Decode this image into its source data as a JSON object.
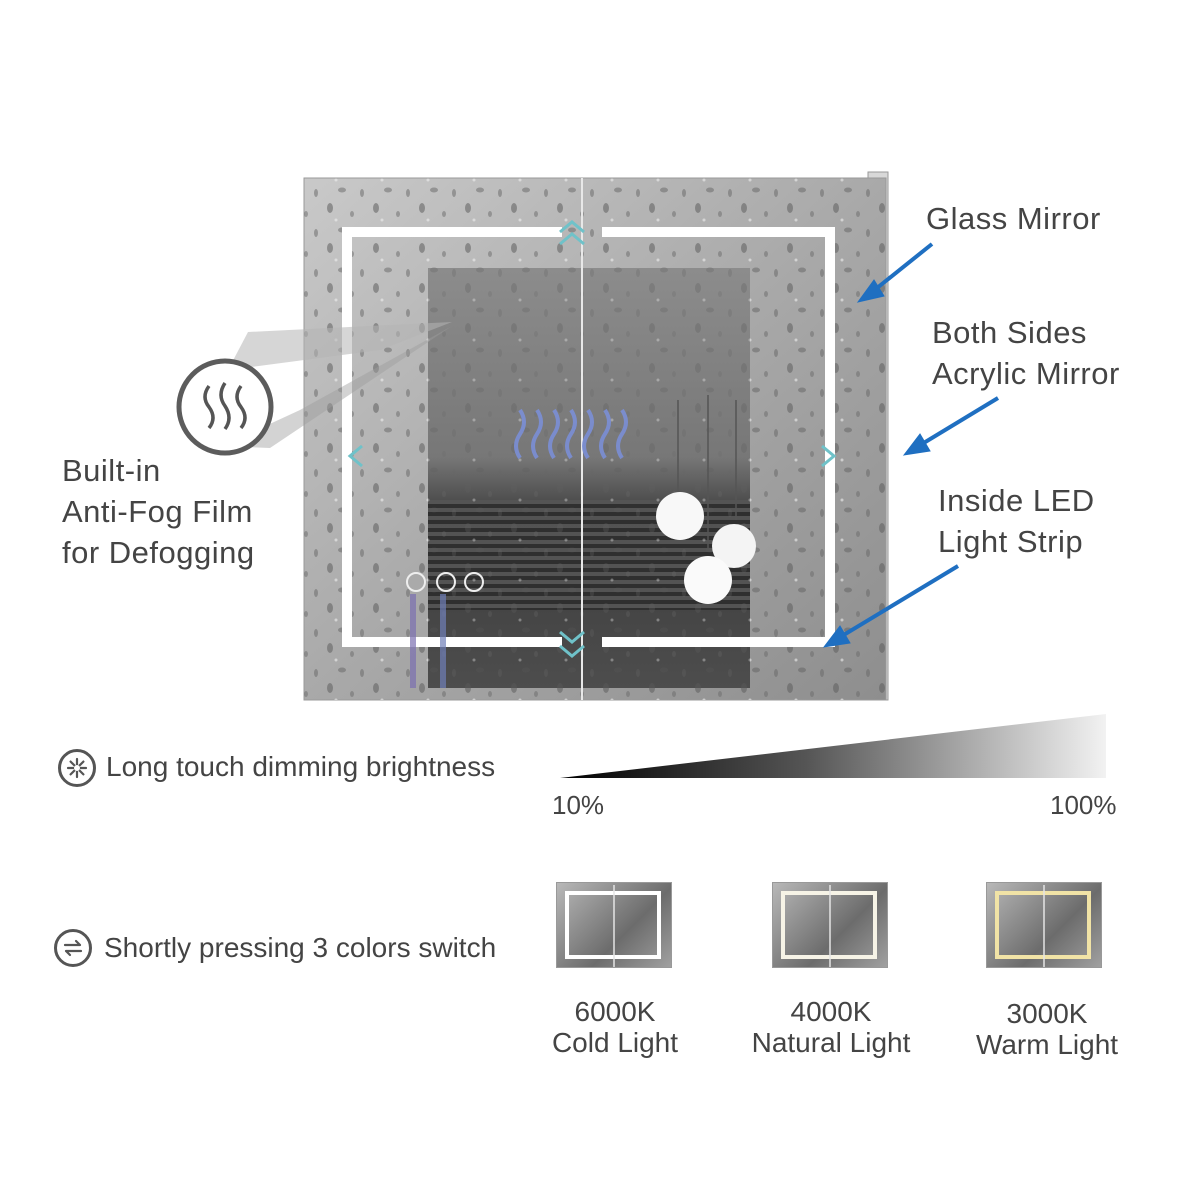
{
  "colors": {
    "arrow_blue": "#1f6fc1",
    "accent_teal": "#6fc2c9",
    "text_gray": "#444444"
  },
  "callouts": {
    "glass_mirror": "Glass Mirror",
    "acrylic_mirror": [
      "Both Sides",
      "Acrylic Mirror"
    ],
    "led_strip": [
      "Inside LED",
      "Light Strip"
    ],
    "anti_fog": [
      "Built-in",
      "Anti-Fog Film",
      "for Defogging"
    ]
  },
  "dimming": {
    "icon": "sun-dim-icon",
    "label": "Long touch dimming brightness",
    "min_label": "10%",
    "max_label": "100%",
    "min_percent": 10,
    "max_percent": 100
  },
  "color_switch": {
    "icon": "swap-arrows-icon",
    "label": "Shortly pressing 3 colors switch",
    "modes": [
      {
        "temp": "6000K",
        "name": "Cold Light",
        "led_color": "#ffffff"
      },
      {
        "temp": "4000K",
        "name": "Natural Light",
        "led_color": "#f6f3e6"
      },
      {
        "temp": "3000K",
        "name": "Warm Light",
        "led_color": "#f1e3a6"
      }
    ]
  },
  "icons": [
    "fog-waves-icon",
    "touch-button-icon"
  ]
}
